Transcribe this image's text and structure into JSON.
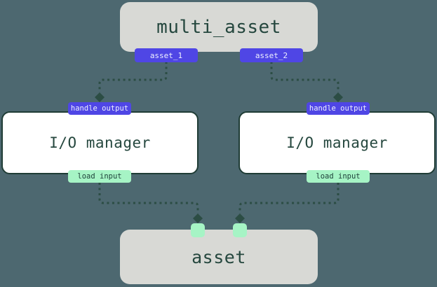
{
  "diagram": {
    "multi_asset": {
      "label": "multi_asset",
      "outputs": [
        {
          "label": "asset_1"
        },
        {
          "label": "asset_2"
        }
      ]
    },
    "io_managers": [
      {
        "label": "I/O manager",
        "top_badge": "handle output",
        "bottom_badge": "load input"
      },
      {
        "label": "I/O manager",
        "top_badge": "handle output",
        "bottom_badge": "load input"
      }
    ],
    "asset": {
      "label": "asset"
    }
  },
  "colors": {
    "background": "#4d6870",
    "node_gray": "#d8d9d5",
    "node_white": "#ffffff",
    "node_border_green": "#1f3c35",
    "badge_purple": "#4f46e5",
    "badge_mint": "#a6f4c5",
    "text_dark_green": "#25473e",
    "edge_green": "#2c4d44"
  }
}
